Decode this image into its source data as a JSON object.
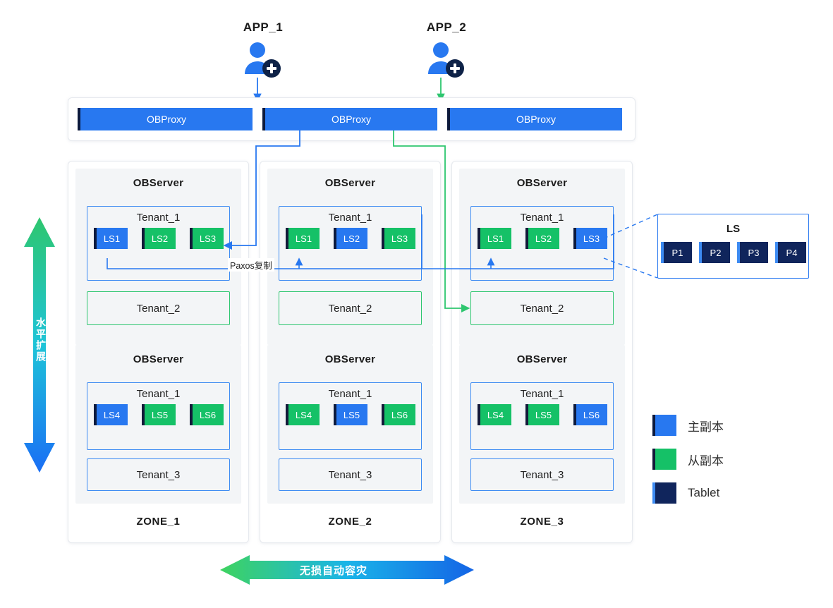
{
  "apps": [
    {
      "label": "APP_1",
      "icon": "user-plus-icon",
      "arrow_color": "#2878f0"
    },
    {
      "label": "APP_2",
      "icon": "user-plus-icon",
      "arrow_color": "#2ec66f"
    }
  ],
  "proxies": [
    {
      "label": "OBProxy"
    },
    {
      "label": "OBProxy"
    },
    {
      "label": "OBProxy"
    }
  ],
  "zones": [
    {
      "name": "ZONE_1",
      "servers": [
        {
          "title": "OBServer",
          "tenants": [
            {
              "name": "Tenant_1",
              "style": "blue",
              "ls": [
                {
                  "label": "LS1",
                  "role": "primary"
                },
                {
                  "label": "LS2",
                  "role": "follower"
                },
                {
                  "label": "LS3",
                  "role": "follower"
                }
              ]
            },
            {
              "name": "Tenant_2",
              "style": "green",
              "ls": []
            }
          ]
        },
        {
          "title": "OBServer",
          "tenants": [
            {
              "name": "Tenant_1",
              "style": "blue",
              "ls": [
                {
                  "label": "LS4",
                  "role": "primary"
                },
                {
                  "label": "LS5",
                  "role": "follower"
                },
                {
                  "label": "LS6",
                  "role": "follower"
                }
              ]
            },
            {
              "name": "Tenant_3",
              "style": "blue",
              "ls": []
            }
          ]
        }
      ]
    },
    {
      "name": "ZONE_2",
      "servers": [
        {
          "title": "OBServer",
          "tenants": [
            {
              "name": "Tenant_1",
              "style": "blue",
              "ls": [
                {
                  "label": "LS1",
                  "role": "follower"
                },
                {
                  "label": "LS2",
                  "role": "primary"
                },
                {
                  "label": "LS3",
                  "role": "follower"
                }
              ]
            },
            {
              "name": "Tenant_2",
              "style": "green",
              "ls": []
            }
          ]
        },
        {
          "title": "OBServer",
          "tenants": [
            {
              "name": "Tenant_1",
              "style": "blue",
              "ls": [
                {
                  "label": "LS4",
                  "role": "follower"
                },
                {
                  "label": "LS5",
                  "role": "primary"
                },
                {
                  "label": "LS6",
                  "role": "follower"
                }
              ]
            },
            {
              "name": "Tenant_3",
              "style": "blue",
              "ls": []
            }
          ]
        }
      ]
    },
    {
      "name": "ZONE_3",
      "servers": [
        {
          "title": "OBServer",
          "tenants": [
            {
              "name": "Tenant_1",
              "style": "blue",
              "ls": [
                {
                  "label": "LS1",
                  "role": "follower"
                },
                {
                  "label": "LS2",
                  "role": "follower"
                },
                {
                  "label": "LS3",
                  "role": "primary"
                }
              ]
            },
            {
              "name": "Tenant_2",
              "style": "green",
              "ls": []
            }
          ]
        },
        {
          "title": "OBServer",
          "tenants": [
            {
              "name": "Tenant_1",
              "style": "blue",
              "ls": [
                {
                  "label": "LS4",
                  "role": "follower"
                },
                {
                  "label": "LS5",
                  "role": "follower"
                },
                {
                  "label": "LS6",
                  "role": "primary"
                }
              ]
            },
            {
              "name": "Tenant_3",
              "style": "blue",
              "ls": []
            }
          ]
        }
      ]
    }
  ],
  "ls_detail": {
    "title": "LS",
    "partitions": [
      "P1",
      "P2",
      "P3",
      "P4"
    ]
  },
  "legend": [
    {
      "label": "主副本",
      "role": "primary",
      "color": "#2878f0"
    },
    {
      "label": "从副本",
      "role": "follower",
      "color": "#15c167"
    },
    {
      "label": "Tablet",
      "role": "tablet",
      "color": "#10255c"
    }
  ],
  "annotations": {
    "paxos": "Paxos复制",
    "vertical_arrow": "水平扩展",
    "horizontal_arrow": "无损自动容灾"
  }
}
